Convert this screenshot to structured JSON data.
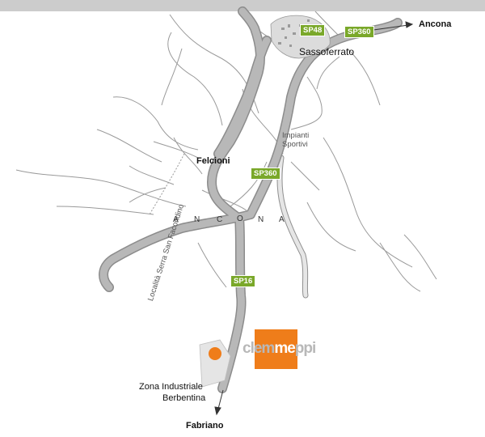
{
  "map": {
    "towns": {
      "sassoferrato": "Sassoferrato",
      "felcioni": "Felcioni"
    },
    "places": {
      "impianti_sportivi_line1": "Impianti",
      "impianti_sportivi_line2": "Sportivi",
      "zona_line1": "Zona Industriale",
      "zona_line2": "Berbentina",
      "localita": "Località Serra San Facondino"
    },
    "province_letters": [
      "A",
      "N",
      "C",
      "O",
      "N",
      "A"
    ],
    "roads": {
      "sp48": "SP48",
      "sp360_top": "SP360",
      "sp360_mid": "SP360",
      "sp16": "SP16"
    },
    "destinations": {
      "ancona": "Ancona",
      "fabriano": "Fabriano"
    },
    "logo": {
      "prefix": "clem",
      "middle": "me",
      "suffix": "ppi"
    },
    "colors": {
      "road_fill": "#b5b5b5",
      "road_edge": "#8c8c8c",
      "badge": "#7aa82a",
      "marker": "#ef7d1a",
      "top_bar": "#cccccc"
    }
  }
}
